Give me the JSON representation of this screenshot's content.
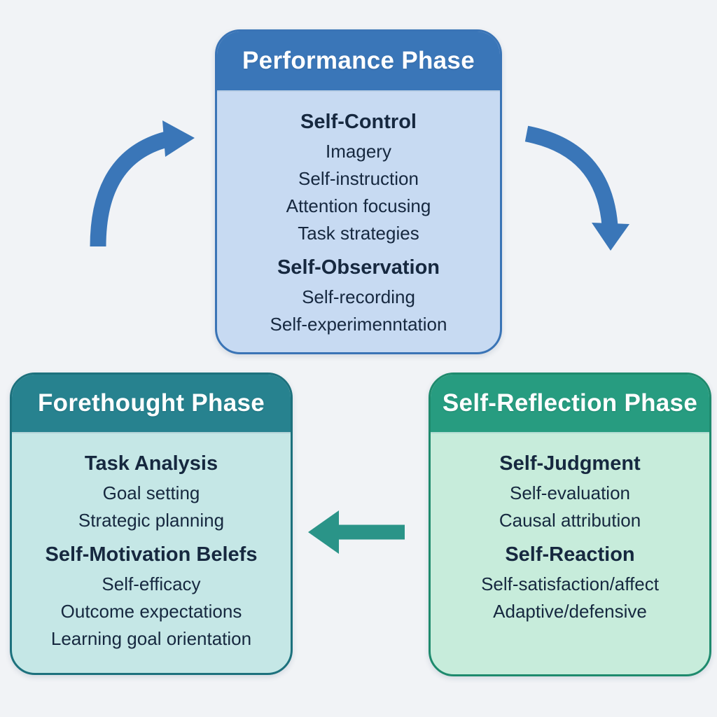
{
  "colors": {
    "background": "#f1f3f6",
    "text_dark": "#16283f",
    "header_text": "#ffffff",
    "performance_header": "#3a76b8",
    "performance_body": "#c7daf2",
    "performance_border": "#3a74b6",
    "forethought_header": "#27828f",
    "forethought_body": "#c5e7e6",
    "forethought_border": "#1d717d",
    "reflection_header": "#279c80",
    "reflection_body": "#c7ecdb",
    "reflection_border": "#1e8a6d",
    "arrow_blue": "#3a76b8",
    "arrow_teal": "#2a9488"
  },
  "boxes": {
    "performance": {
      "title": "Performance Phase",
      "sections": [
        {
          "heading": "Self-Control",
          "items": [
            "Imagery",
            "Self-instruction",
            "Attention focusing",
            "Task strategies"
          ]
        },
        {
          "heading": "Self-Observation",
          "items": [
            "Self-recording",
            "Self-experimenntation"
          ]
        }
      ]
    },
    "forethought": {
      "title": "Forethought Phase",
      "sections": [
        {
          "heading": "Task Analysis",
          "items": [
            "Goal setting",
            "Strategic planning"
          ]
        },
        {
          "heading": "Self-Motivation Belefs",
          "items": [
            "Self-efficacy",
            "Outcome expectations",
            "Learning goal orientation"
          ]
        }
      ]
    },
    "reflection": {
      "title": "Self-Reflection Phase",
      "sections": [
        {
          "heading": "Self-Judgment",
          "items": [
            "Self-evaluation",
            "Causal attribution"
          ]
        },
        {
          "heading": "Self-Reaction",
          "items": [
            "Self-satisfaction/affect",
            "Adaptive/defensive"
          ]
        }
      ]
    }
  },
  "arrows": [
    {
      "name": "forethought-to-performance",
      "shape": "curved-up-right",
      "color": "#3a76b8"
    },
    {
      "name": "performance-to-reflection",
      "shape": "curved-down-right",
      "color": "#3a76b8"
    },
    {
      "name": "reflection-to-forethought",
      "shape": "straight-left",
      "color": "#2a9488"
    }
  ]
}
